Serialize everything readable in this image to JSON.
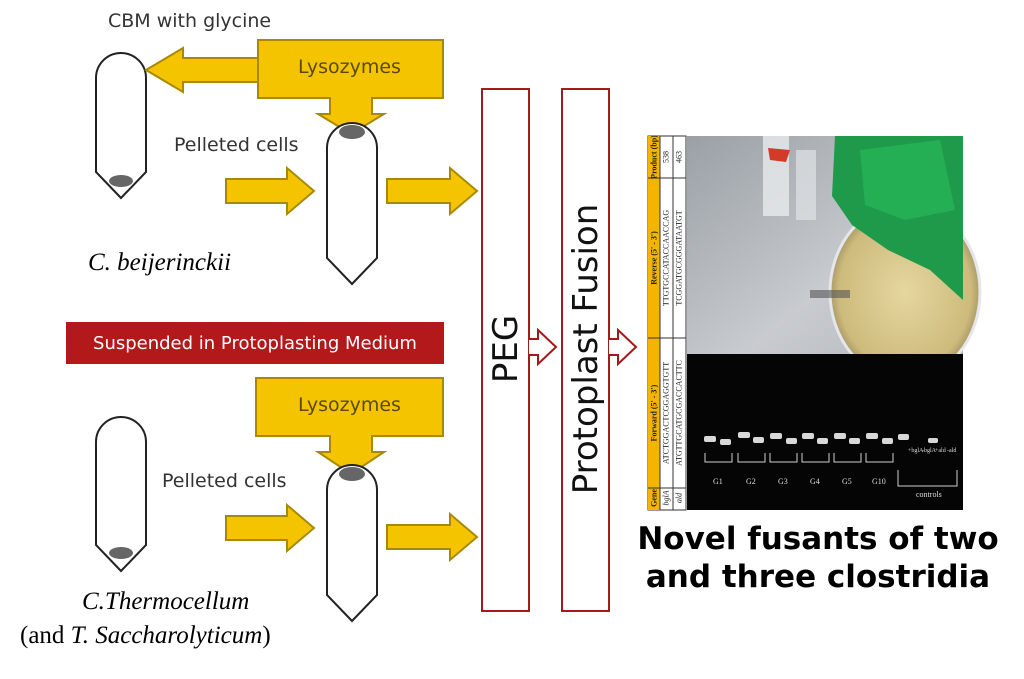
{
  "top": {
    "medium_label": "CBM with glycine",
    "lysozymes_label": "Lysozymes",
    "pelleted_label": "Pelleted cells",
    "organism": "C. beijerinckii"
  },
  "banner": {
    "text": "Suspended in Protoplasting Medium"
  },
  "bottom": {
    "lysozymes_label": "Lysozymes",
    "pelleted_label": "Pelleted cells",
    "organism_1": "C.Thermocellum",
    "organism_2_open": "(and ",
    "organism_2_italic": "T. Saccharolyticum",
    "organism_2_close": ")"
  },
  "steps": {
    "peg": "PEG",
    "fusion": "Protoplast Fusion"
  },
  "primer_table": {
    "headers": [
      "Gene",
      "Forward (5' - 3')",
      "Reverse (5' - 3')",
      "Product (bp)"
    ],
    "rows": [
      [
        "bglA",
        "ATCTGGACTCGGAGGTGTT",
        "TTGTGCCATACCAACCAG",
        "538"
      ],
      [
        "ald",
        "ATGTTGCATGCGACCACTTC",
        "TCGGATGCGGGATAATGT",
        "463"
      ]
    ]
  },
  "gel": {
    "lanes": [
      "G1",
      "G2",
      "G3",
      "G4",
      "G5",
      "G10"
    ],
    "controls_label": "controls",
    "control_lanes": [
      "+bglA",
      "-bglA",
      "+ald",
      "-ald"
    ]
  },
  "result": {
    "line1": "Novel fusants of two",
    "line2": "and three clostridia"
  },
  "colors": {
    "arrow_fill": "#f5c400",
    "arrow_stroke": "#a88a00",
    "banner": "#b3181b",
    "frame": "#a31a1a"
  }
}
